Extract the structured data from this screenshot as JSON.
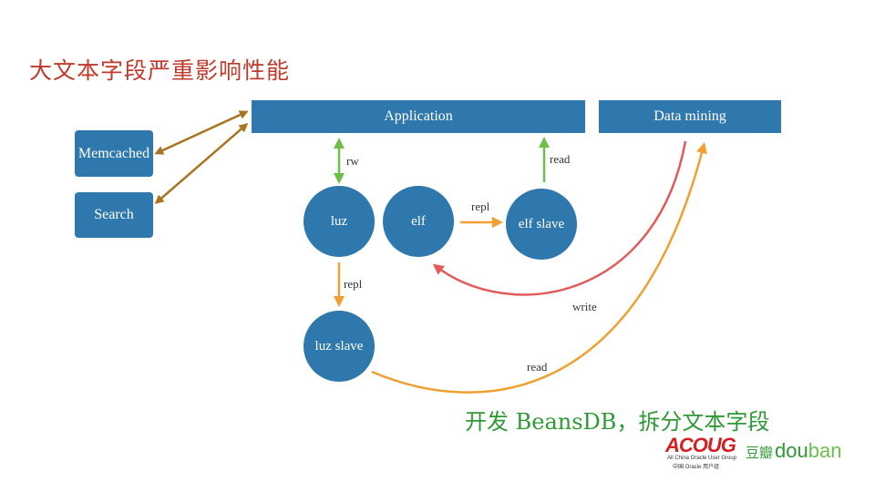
{
  "title": "大文本字段严重影响性能",
  "boxes": {
    "application": "Application",
    "data_mining": "Data mining",
    "memcached": "Memcached",
    "search": "Search"
  },
  "nodes": {
    "luz": "luz",
    "elf": "elf",
    "elf_slave": "elf slave",
    "luz_slave": "luz slave"
  },
  "edge_labels": {
    "rw": "rw",
    "read_top": "read",
    "repl_elf": "repl",
    "repl_luz": "repl",
    "write": "write",
    "read_bottom": "read"
  },
  "footer_note": "开发 BeansDB，拆分文本字段",
  "logos": {
    "acoug": {
      "main": "ACOUG",
      "line1": "All China Oracle User Group",
      "line2": "中国 Oracle 用户组"
    },
    "douban": {
      "cn": "豆瓣",
      "en_a": "dou",
      "en_b": "ban"
    }
  },
  "colors": {
    "box_blue": "#2e78ae",
    "title_red": "#c0392b",
    "footer_green": "#2e9a35",
    "arrow_brown": "#a87420",
    "arrow_green": "#6cc04a",
    "arrow_orange": "#f0a030",
    "arrow_red": "#e35a5a"
  }
}
